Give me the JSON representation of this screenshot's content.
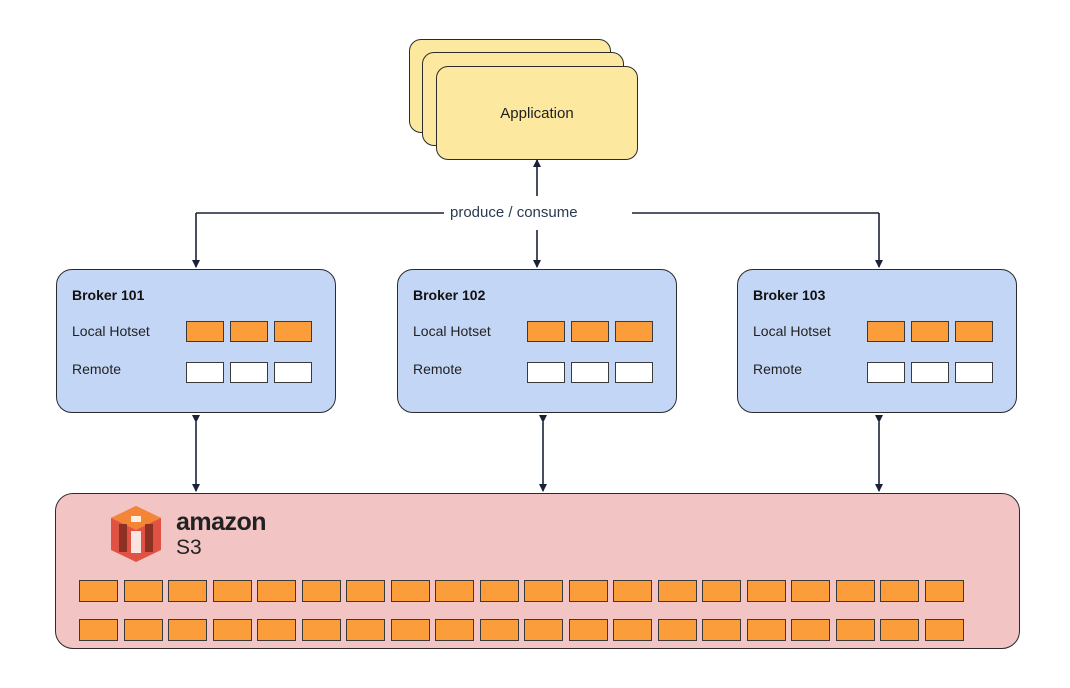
{
  "application": {
    "label": "Application"
  },
  "connection": {
    "label": "produce / consume"
  },
  "brokers": [
    {
      "name": "Broker 101",
      "hotset_label": "Local Hotset",
      "remote_label": "Remote"
    },
    {
      "name": "Broker 102",
      "hotset_label": "Local Hotset",
      "remote_label": "Remote"
    },
    {
      "name": "Broker 103",
      "hotset_label": "Local Hotset",
      "remote_label": "Remote"
    }
  ],
  "storage": {
    "brand": "amazon",
    "service": "S3",
    "icon": "amazon-s3-bucket-icon"
  },
  "colors": {
    "application": "#fde8a0",
    "broker": "#c3d6f5",
    "storage": "#f2c4c4",
    "segment_local": "#fb9d3a",
    "segment_remote": "#ffffff",
    "s3_logo": "#e05243"
  }
}
